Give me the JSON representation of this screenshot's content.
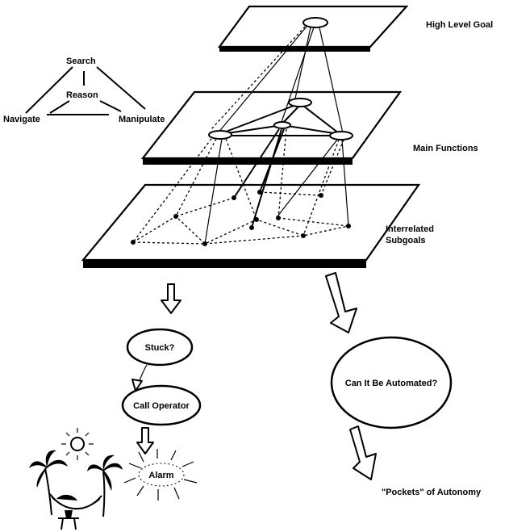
{
  "triangle": {
    "top": "Search",
    "center": "Reason",
    "left": "Navigate",
    "right": "Manipulate"
  },
  "layers": {
    "high_level_goal": "High Level Goal",
    "main_functions": "Main Functions",
    "subgoals_line1": "Interrelated",
    "subgoals_line2": "Subgoals"
  },
  "flow": {
    "stuck": "Stuck?",
    "call_operator": "Call Operator",
    "alarm": "Alarm",
    "can_automate": "Can It Be Automated?",
    "pockets": "\"Pockets\" of Autonomy"
  }
}
